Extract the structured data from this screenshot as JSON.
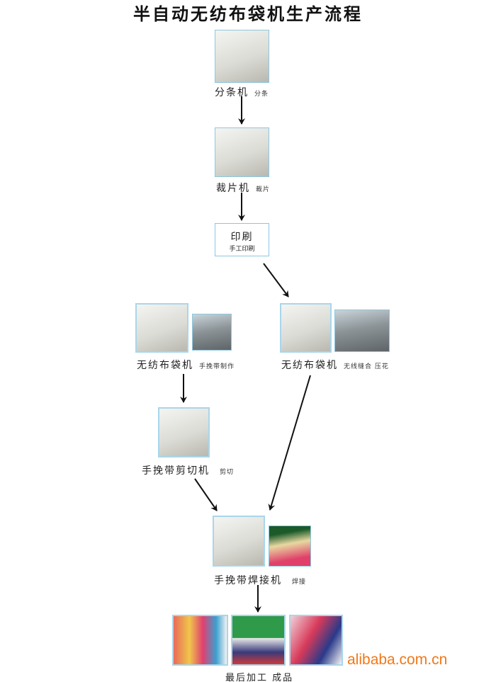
{
  "title": "半自动无纺布袋机生产流程",
  "steps": {
    "slitting": {
      "name": "分条机",
      "note": "分条"
    },
    "cutting": {
      "name": "裁片机",
      "note": "裁片"
    },
    "printing": {
      "name": "印刷",
      "note": "手工印刷"
    },
    "bag_machine_handle": {
      "name": "无纺布袋机",
      "note": "手挽带制作"
    },
    "bag_machine_seam": {
      "name": "无纺布袋机",
      "note": "无线缝合 压花"
    },
    "handle_cutting": {
      "name": "手挽带剪切机",
      "note": "剪切"
    },
    "handle_welding": {
      "name": "手挽带焊接机",
      "note": "焊接"
    },
    "final": {
      "name": "最后加工 成品"
    }
  },
  "brand": "alibaba.com.cn",
  "colors": {
    "frame": "#8cc8e0",
    "arrow": "#111111",
    "brand": "#f07818"
  }
}
